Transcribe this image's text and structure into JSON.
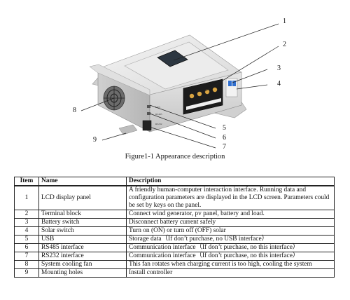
{
  "figure": {
    "caption": "Figure1-1 Appearance description",
    "callouts": [
      "1",
      "2",
      "3",
      "4",
      "5",
      "6",
      "7",
      "8",
      "9"
    ],
    "device_labels": [
      "LVN",
      "RS485",
      "RS232"
    ]
  },
  "table": {
    "headers": {
      "item": "Item",
      "name": "Name",
      "description": "Description"
    },
    "rows": [
      {
        "item": "1",
        "name": "LCD display panel",
        "description": "A friendly human-computer interaction interface. Running data and configuration parameters are displayed in the LCD screen. Parameters could be set by keys on the panel."
      },
      {
        "item": "2",
        "name": "Terminal block",
        "description": "Connect wind generator, pv panel, battery and load."
      },
      {
        "item": "3",
        "name": "Battery switch",
        "description": "Disconnect battery current safely"
      },
      {
        "item": "4",
        "name": "Solar switch",
        "description": "Turn on (ON) or turn off (OFF) solar"
      },
      {
        "item": "5",
        "name": "USB",
        "description": "Storage data（If don’t purchase, no USB interface）"
      },
      {
        "item": "6",
        "name": "RS485 interface",
        "description": "Communication interface（If don’t purchase, no this interface）"
      },
      {
        "item": "7",
        "name": "RS232 interface",
        "description": "Communication interface（If don’t purchase, no this interface）"
      },
      {
        "item": "8",
        "name": "System cooling fan",
        "description": "This fan rotates when charging current is too high, cooling the system"
      },
      {
        "item": "9",
        "name": "Mounting holes",
        "description": "Install controller"
      }
    ]
  }
}
